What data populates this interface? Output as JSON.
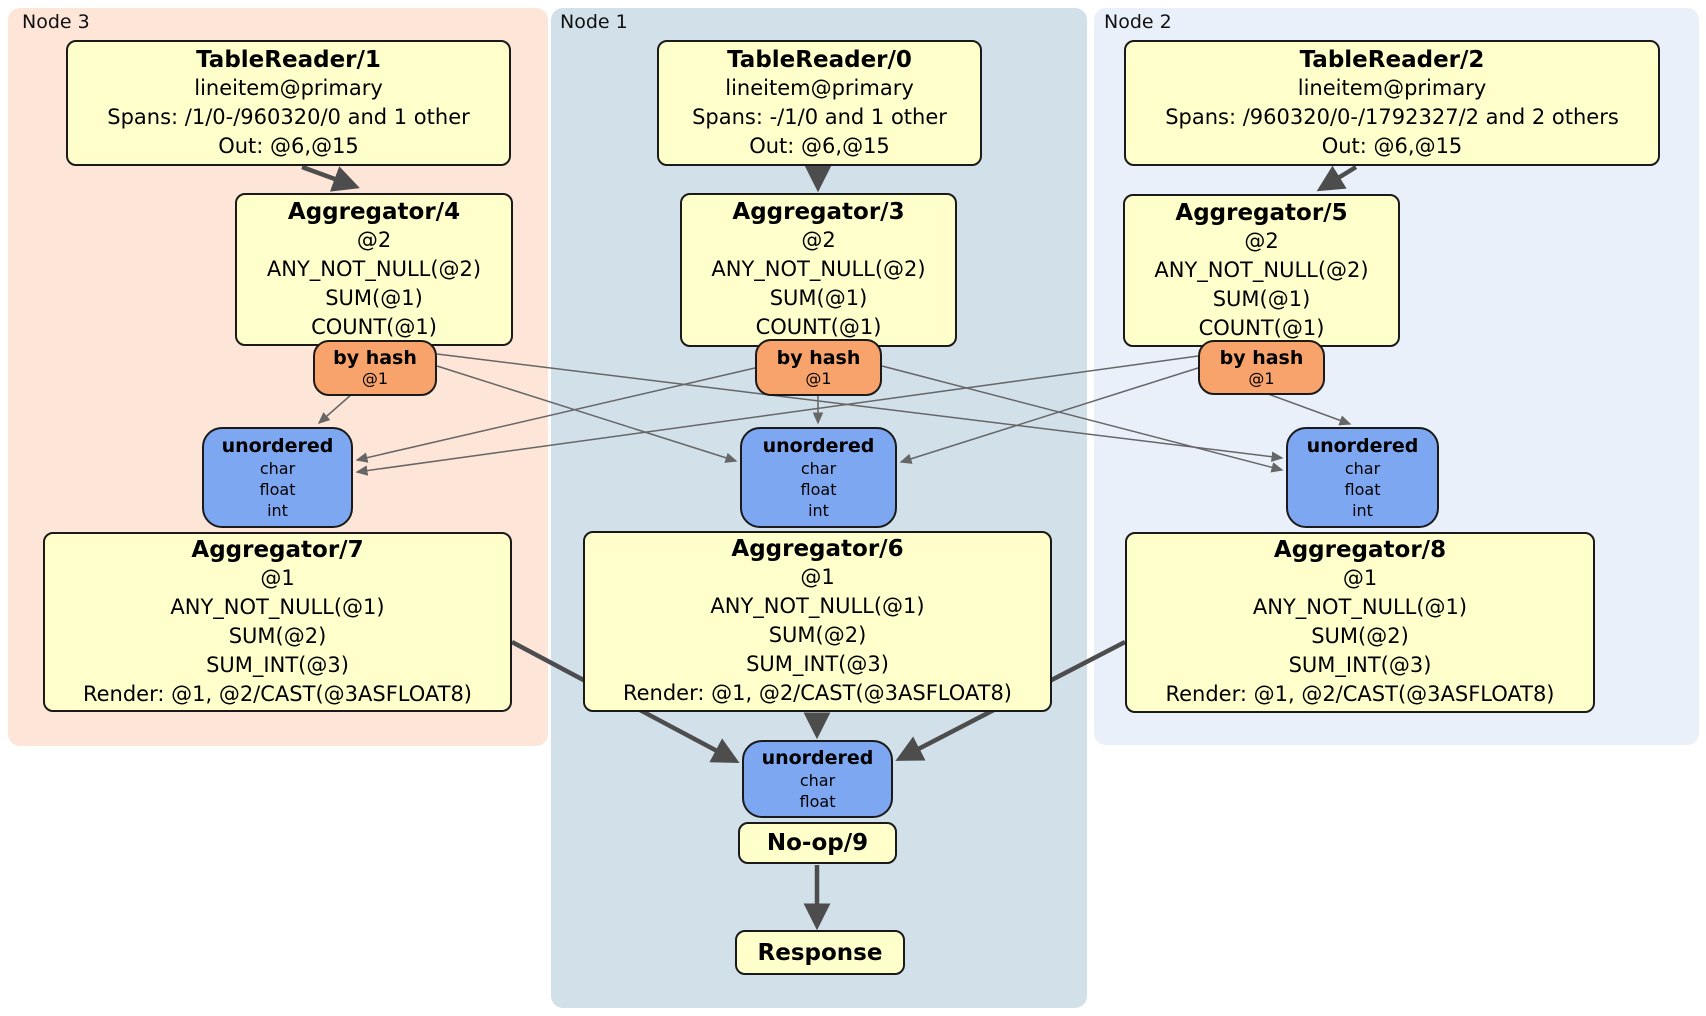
{
  "colors": {
    "node3_panel_bg": "#fde5d8",
    "node1_panel_bg": "#d2e0ea",
    "node2_panel_bg": "#eaf0fa",
    "processor_fill": "#ffffcc",
    "router_fill": "#f7a36b",
    "sync_fill": "#7da7f1",
    "box_border": "#1a1a1a",
    "edge_thick": "#4d4d4d",
    "edge_thin": "#666666"
  },
  "panels": {
    "node3": {
      "label": "Node 3"
    },
    "node1": {
      "label": "Node 1"
    },
    "node2": {
      "label": "Node 2"
    }
  },
  "processors": {
    "tr1": {
      "title": "TableReader/1",
      "lines": [
        "lineitem@primary",
        "Spans: /1/0-/960320/0 and 1 other",
        "Out: @6,@15"
      ]
    },
    "tr0": {
      "title": "TableReader/0",
      "lines": [
        "lineitem@primary",
        "Spans: -/1/0 and 1 other",
        "Out: @6,@15"
      ]
    },
    "tr2": {
      "title": "TableReader/2",
      "lines": [
        "lineitem@primary",
        "Spans: /960320/0-/1792327/2 and 2 others",
        "Out: @6,@15"
      ]
    },
    "agg4": {
      "title": "Aggregator/4",
      "lines": [
        "@2",
        "ANY_NOT_NULL(@2)",
        "SUM(@1)",
        "COUNT(@1)"
      ]
    },
    "agg3": {
      "title": "Aggregator/3",
      "lines": [
        "@2",
        "ANY_NOT_NULL(@2)",
        "SUM(@1)",
        "COUNT(@1)"
      ]
    },
    "agg5": {
      "title": "Aggregator/5",
      "lines": [
        "@2",
        "ANY_NOT_NULL(@2)",
        "SUM(@1)",
        "COUNT(@1)"
      ]
    },
    "agg7": {
      "title": "Aggregator/7",
      "lines": [
        "@1",
        "ANY_NOT_NULL(@1)",
        "SUM(@2)",
        "SUM_INT(@3)",
        "Render: @1, @2/CAST(@3ASFLOAT8)"
      ]
    },
    "agg6": {
      "title": "Aggregator/6",
      "lines": [
        "@1",
        "ANY_NOT_NULL(@1)",
        "SUM(@2)",
        "SUM_INT(@3)",
        "Render: @1, @2/CAST(@3ASFLOAT8)"
      ]
    },
    "agg8": {
      "title": "Aggregator/8",
      "lines": [
        "@1",
        "ANY_NOT_NULL(@1)",
        "SUM(@2)",
        "SUM_INT(@3)",
        "Render: @1, @2/CAST(@3ASFLOAT8)"
      ]
    },
    "noop": {
      "title": "No-op/9"
    },
    "response": {
      "title": "Response"
    }
  },
  "routers": {
    "r3": {
      "label": "by hash",
      "detail": "@1"
    },
    "r1": {
      "label": "by hash",
      "detail": "@1"
    },
    "r2": {
      "label": "by hash",
      "detail": "@1"
    }
  },
  "syncs": {
    "s3": {
      "label": "unordered",
      "items": [
        "char",
        "float",
        "int"
      ]
    },
    "s1": {
      "label": "unordered",
      "items": [
        "char",
        "float",
        "int"
      ]
    },
    "s2": {
      "label": "unordered",
      "items": [
        "char",
        "float",
        "int"
      ]
    },
    "sf": {
      "label": "unordered",
      "items": [
        "char",
        "float"
      ]
    }
  }
}
